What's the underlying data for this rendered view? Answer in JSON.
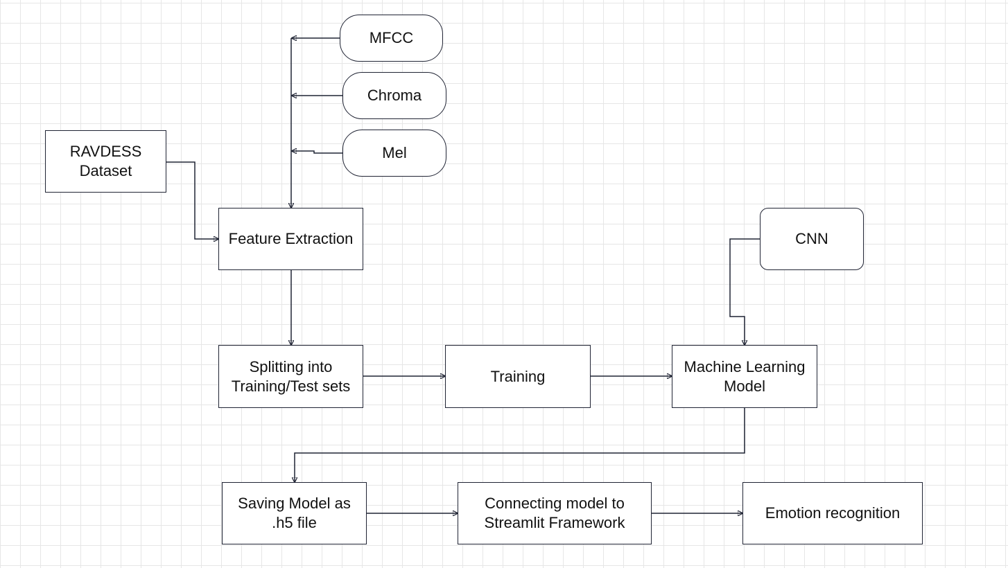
{
  "diagram": {
    "nodes": {
      "mfcc": "MFCC",
      "chroma": "Chroma",
      "mel": "Mel",
      "ravdess": "RAVDESS\nDataset",
      "feature_extraction": "Feature Extraction",
      "cnn": "CNN",
      "splitting": "Splitting into\nTraining/Test sets",
      "training": "Training",
      "ml_model": "Machine Learning\nModel",
      "saving_model": "Saving Model as\n.h5 file",
      "connecting": "Connecting model to\nStreamlit Framework",
      "emotion": "Emotion recognition"
    },
    "edges": [
      {
        "from": "mfcc",
        "to": "feature_extraction"
      },
      {
        "from": "chroma",
        "to": "feature_extraction"
      },
      {
        "from": "mel",
        "to": "feature_extraction"
      },
      {
        "from": "ravdess",
        "to": "feature_extraction"
      },
      {
        "from": "feature_extraction",
        "to": "splitting"
      },
      {
        "from": "splitting",
        "to": "training"
      },
      {
        "from": "training",
        "to": "ml_model"
      },
      {
        "from": "cnn",
        "to": "ml_model"
      },
      {
        "from": "ml_model",
        "to": "saving_model"
      },
      {
        "from": "saving_model",
        "to": "connecting"
      },
      {
        "from": "connecting",
        "to": "emotion"
      }
    ]
  }
}
